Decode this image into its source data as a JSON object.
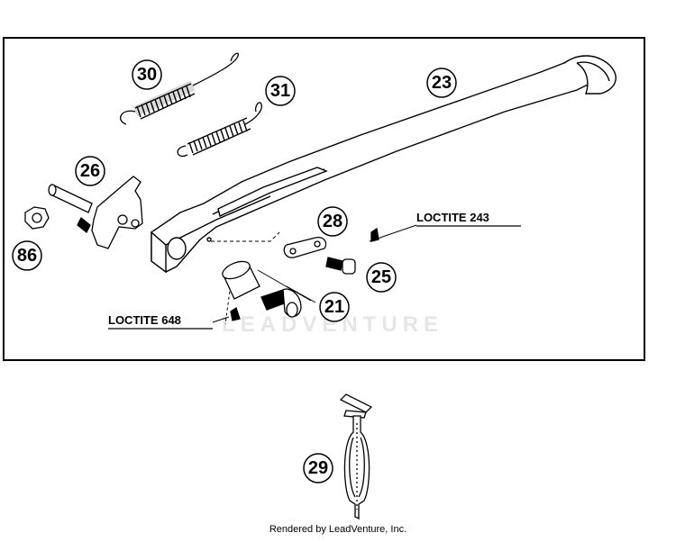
{
  "callouts": {
    "c30": "30",
    "c31": "31",
    "c23": "23",
    "c26": "26",
    "c86": "86",
    "c28": "28",
    "c25": "25",
    "c21": "21",
    "c29": "29"
  },
  "labels": {
    "loctite_243": "LOCTITE 243",
    "loctite_648": "LOCTITE 648"
  },
  "watermark": "LEADVENTURE",
  "credit": "Rendered by LeadVenture, Inc.",
  "colors": {
    "ink": "#000000",
    "frame": "#000000",
    "watermark": "#e6e6e6"
  }
}
